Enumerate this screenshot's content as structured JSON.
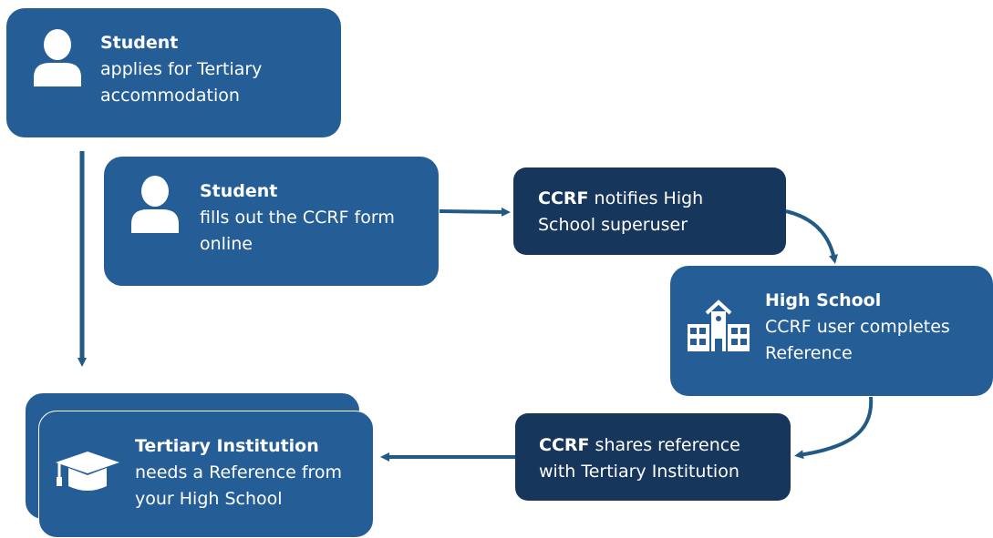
{
  "nodes": {
    "student_apply": {
      "title": "Student",
      "line1": "applies for Tertiary",
      "line2": "accommodation",
      "icon": "person-icon"
    },
    "student_form": {
      "title": "Student",
      "line1": "fills out the CCRF form",
      "line2": "online",
      "icon": "person-icon"
    },
    "ccrf_notify": {
      "title": "CCRF",
      "line1_rest": " notifies High",
      "line2": "School superuser"
    },
    "high_school": {
      "title": "High School",
      "line1": "CCRF user completes",
      "line2": "Reference",
      "icon": "school-building-icon"
    },
    "ccrf_share": {
      "title": "CCRF",
      "line1_rest": " shares reference",
      "line2": "with Tertiary Institution"
    },
    "tertiary": {
      "title": "Tertiary Institution",
      "line1": "needs a Reference from",
      "line2": "your High School",
      "icon": "graduation-cap-icon"
    }
  },
  "colors": {
    "box": "#255e96",
    "box_dark": "#16365c",
    "arrow": "#215a86",
    "text": "#ffffff"
  }
}
